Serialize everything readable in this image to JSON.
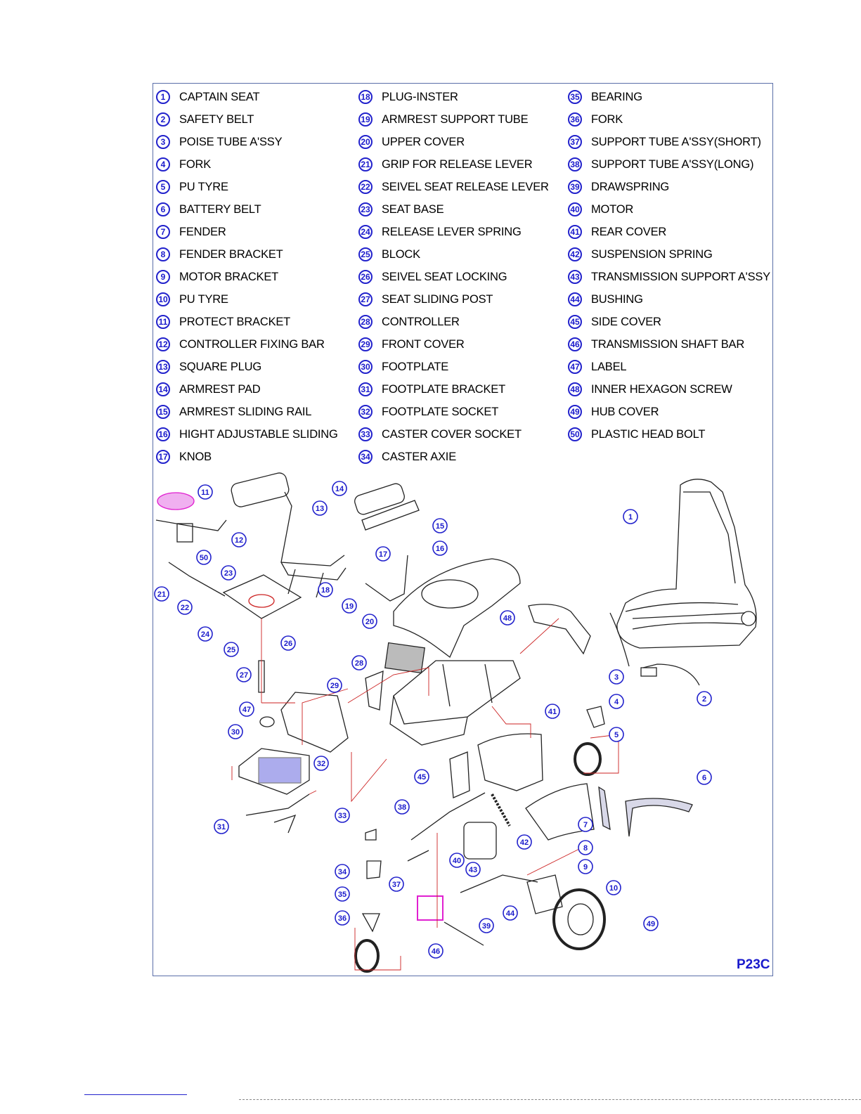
{
  "parts": [
    {
      "n": "1",
      "name": "CAPTAIN SEAT"
    },
    {
      "n": "2",
      "name": "SAFETY BELT"
    },
    {
      "n": "3",
      "name": "POISE TUBE A'SSY"
    },
    {
      "n": "4",
      "name": "FORK"
    },
    {
      "n": "5",
      "name": "PU TYRE"
    },
    {
      "n": "6",
      "name": "BATTERY BELT"
    },
    {
      "n": "7",
      "name": "FENDER"
    },
    {
      "n": "8",
      "name": "FENDER BRACKET"
    },
    {
      "n": "9",
      "name": "MOTOR BRACKET"
    },
    {
      "n": "10",
      "name": "PU TYRE"
    },
    {
      "n": "11",
      "name": "PROTECT BRACKET"
    },
    {
      "n": "12",
      "name": "CONTROLLER FIXING BAR"
    },
    {
      "n": "13",
      "name": "SQUARE PLUG"
    },
    {
      "n": "14",
      "name": "ARMREST PAD"
    },
    {
      "n": "15",
      "name": "ARMREST SLIDING RAIL"
    },
    {
      "n": "16",
      "name": "HIGHT ADJUSTABLE SLIDING"
    },
    {
      "n": "17",
      "name": "KNOB"
    },
    {
      "n": "18",
      "name": "PLUG-INSTER"
    },
    {
      "n": "19",
      "name": "ARMREST SUPPORT TUBE"
    },
    {
      "n": "20",
      "name": "UPPER COVER"
    },
    {
      "n": "21",
      "name": "GRIP FOR RELEASE LEVER"
    },
    {
      "n": "22",
      "name": "SEIVEL SEAT RELEASE LEVER"
    },
    {
      "n": "23",
      "name": "SEAT BASE"
    },
    {
      "n": "24",
      "name": "RELEASE LEVER SPRING"
    },
    {
      "n": "25",
      "name": "BLOCK"
    },
    {
      "n": "26",
      "name": "SEIVEL SEAT LOCKING"
    },
    {
      "n": "27",
      "name": "SEAT SLIDING POST"
    },
    {
      "n": "28",
      "name": "CONTROLLER"
    },
    {
      "n": "29",
      "name": "FRONT COVER"
    },
    {
      "n": "30",
      "name": "FOOTPLATE"
    },
    {
      "n": "31",
      "name": "FOOTPLATE BRACKET"
    },
    {
      "n": "32",
      "name": "FOOTPLATE SOCKET"
    },
    {
      "n": "33",
      "name": "CASTER COVER SOCKET"
    },
    {
      "n": "34",
      "name": "CASTER AXIE"
    },
    {
      "n": "35",
      "name": "BEARING"
    },
    {
      "n": "36",
      "name": "FORK"
    },
    {
      "n": "37",
      "name": "SUPPORT TUBE A'SSY(SHORT)"
    },
    {
      "n": "38",
      "name": "SUPPORT TUBE A'SSY(LONG)"
    },
    {
      "n": "39",
      "name": "DRAWSPRING"
    },
    {
      "n": "40",
      "name": "MOTOR"
    },
    {
      "n": "41",
      "name": "REAR COVER"
    },
    {
      "n": "42",
      "name": "SUSPENSION SPRING"
    },
    {
      "n": "43",
      "name": "TRANSMISSION SUPPORT A'SSY"
    },
    {
      "n": "44",
      "name": "BUSHING"
    },
    {
      "n": "45",
      "name": "SIDE COVER"
    },
    {
      "n": "46",
      "name": "TRANSMISSION SHAFT BAR"
    },
    {
      "n": "47",
      "name": "LABEL"
    },
    {
      "n": "48",
      "name": "INNER HEXAGON SCREW"
    },
    {
      "n": "49",
      "name": "HUB COVER"
    },
    {
      "n": "50",
      "name": "PLASTIC HEAD BOLT"
    }
  ],
  "drawing_code": "P23C",
  "colors": {
    "callout": "#2222cc",
    "leader": "#cc2222",
    "highlight": "#e020d0",
    "frame": "#5a6ea8"
  }
}
